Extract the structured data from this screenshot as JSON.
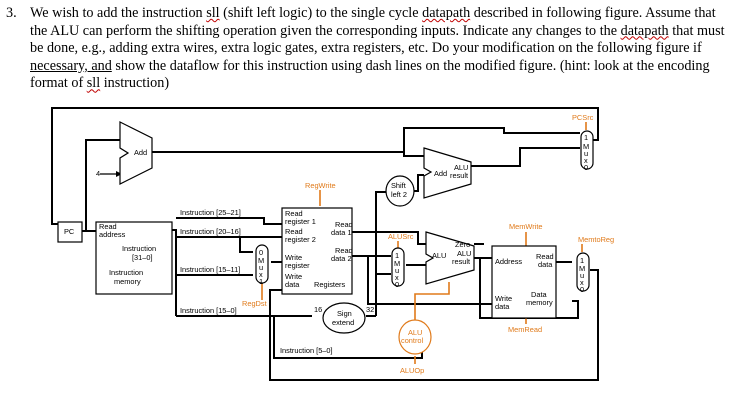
{
  "question": {
    "number": "3.",
    "t1": "We wish to add the instruction ",
    "sll": "sll",
    "t2": " (shift left logic) to the single cycle ",
    "datapath": "datapath",
    "t3": " described in following figure. Assume that the ALU can perform the shifting operation given the corresponding inputs. Indicate any changes to the ",
    "t4": " that must be done, e.g., adding extra wires, extra logic gates, extra registers, etc. Do your modification on the following figure if ",
    "necessary": "necessary, and",
    "t5": " show the dataflow for this instruction using dash lines on the modified figure. (hint: look at the encoding format of ",
    "t6": " instruction)"
  },
  "diagram": {
    "pc": "PC",
    "add_top": "Add",
    "four": "4",
    "add_alu_add": "Add",
    "add_alu_alu": "ALU",
    "add_alu_result": "result",
    "shift1": "Shift",
    "shift2": "left 2",
    "pcsrc": "PCSrc",
    "regwrite": "RegWrite",
    "imem_read": "Read",
    "imem_address": "address",
    "imem_instruction": "Instruction",
    "imem_bits": "[31–0]",
    "imem_name1": "Instruction",
    "imem_name2": "memory",
    "f_25_21": "Instruction [25–21]",
    "f_20_16": "Instruction [20–16]",
    "f_15_11": "Instruction [15–11]",
    "f_15_0": "Instruction [15–0]",
    "f_5_0": "Instruction [5–0]",
    "reg_read_reg1_a": "Read",
    "reg_read_reg1_b": "register 1",
    "reg_read_reg2_a": "Read",
    "reg_read_reg2_b": "register 2",
    "reg_write_reg_a": "Write",
    "reg_write_reg_b": "register",
    "reg_write_data_a": "Write",
    "reg_write_data_b": "data",
    "reg_read_data1_a": "Read",
    "reg_read_data1_b": "data 1",
    "reg_read_data2_a": "Read",
    "reg_read_data2_b": "data 2",
    "registers": "Registers",
    "regdst": "RegDst",
    "sixteen": "16",
    "thirtytwo": "32",
    "sign1": "Sign",
    "sign2": "extend",
    "alusrc": "ALUSrc",
    "alu_zero": "Zero",
    "alu_alu": "ALU",
    "alu_alu2": "ALU",
    "alu_result": "result",
    "aluctl1": "ALU",
    "aluctl2": "control",
    "aluop": "ALUOp",
    "memwrite": "MemWrite",
    "memread": "MemRead",
    "memtoreg": "MemtoReg",
    "dmem_address": "Address",
    "dmem_read_a": "Read",
    "dmem_read_b": "data",
    "dmem_write_a": "Write",
    "dmem_write_b": "data",
    "dmem_data": "Data",
    "dmem_memory": "memory",
    "mux_m": "M",
    "mux_u": "u",
    "mux_x": "x",
    "mux_1": "1",
    "mux_0": "0"
  }
}
